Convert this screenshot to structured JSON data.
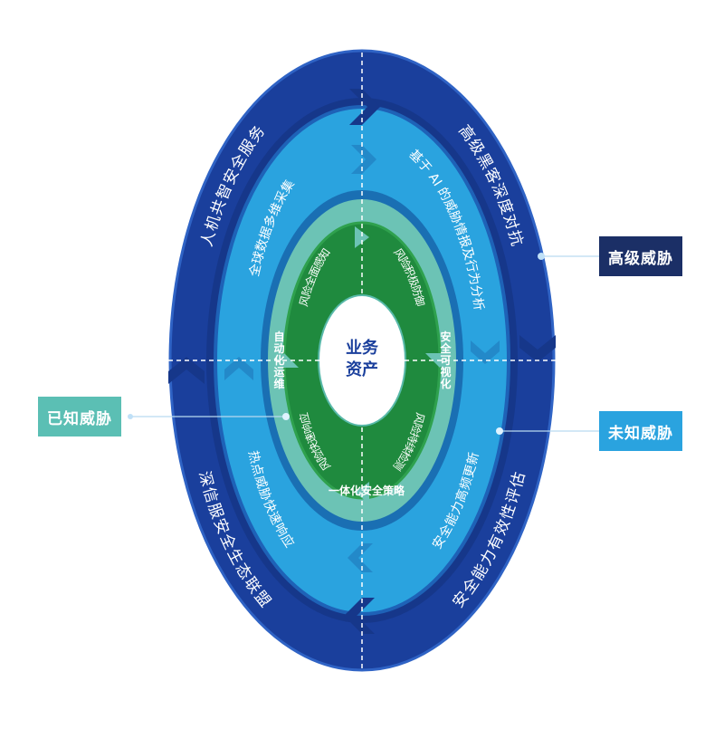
{
  "center": {
    "line1": "业务",
    "line2": "资产"
  },
  "outer_ring": {
    "top_left": "人机共智安全服务",
    "top_right": "高级黑客深度对抗",
    "bottom_left": "深信服安全生态联盟",
    "bottom_right": "安全能力有效性评估"
  },
  "second_ring": {
    "top_left": "全球数据多维采集",
    "top_right": "基于 AI 的威胁情报及行为分析",
    "bottom_left": "热点威胁快速响应",
    "bottom_right": "安全能力高频更新"
  },
  "inner_ring": {
    "left": "自动化运维",
    "right": "安全可视化",
    "bottom": "一体化安全策略"
  },
  "green_cycle": {
    "top_left": "风险全面感知",
    "top_right": "风险积极防御",
    "bottom_right": "风险持续检测",
    "bottom_left": "风险快速响应"
  },
  "tags": {
    "high": "高级威胁",
    "known": "已知威胁",
    "unknown": "未知威胁"
  },
  "colors": {
    "outer_ring": "#1A3F9C",
    "second_ring": "#2AA3DF",
    "inner_ring": "#6CC3B5",
    "green_cycle": "#1F8A3E",
    "tag_high": "#1B2F66",
    "tag_known": "#5BBFB4",
    "tag_unknown": "#2AA3DF"
  }
}
